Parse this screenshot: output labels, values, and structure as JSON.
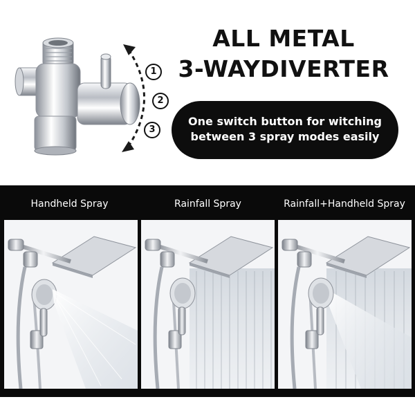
{
  "headline": {
    "line1": "ALL METAL",
    "line2": "3-WAYDIVERTER"
  },
  "pill": {
    "line1": "One switch button for witching",
    "line2": "between 3 spray modes easily"
  },
  "steps": [
    "1",
    "2",
    "3"
  ],
  "modes": [
    {
      "label": "Handheld Spray"
    },
    {
      "label": "Rainfall Spray"
    },
    {
      "label": "Rainfall+Handheld Spray"
    }
  ],
  "colors": {
    "band": "#0a0a0a",
    "chrome": "#c9ccd1",
    "panel_bg": "#f4f5f7"
  }
}
